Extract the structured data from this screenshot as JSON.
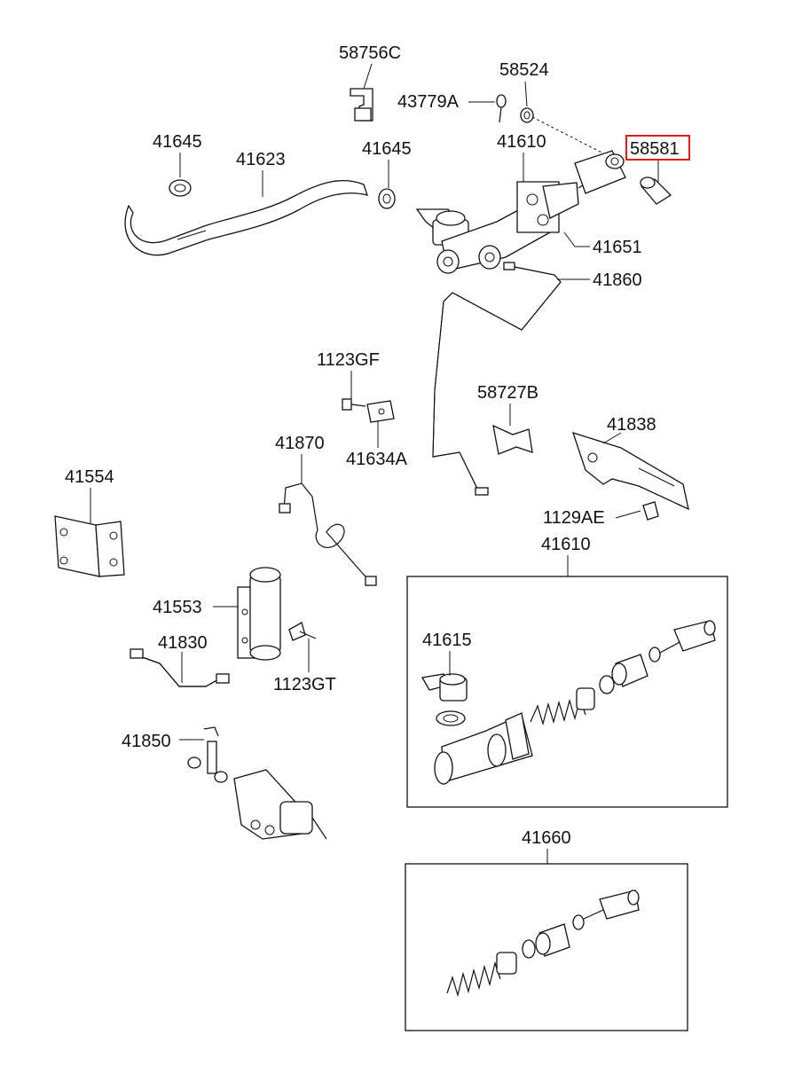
{
  "labels": {
    "p58756C": "58756C",
    "p58524": "58524",
    "p43779A": "43779A",
    "p41645a": "41645",
    "p41623": "41623",
    "p41645b": "41645",
    "p41610_top": "41610",
    "p58581": "58581",
    "p41651": "41651",
    "p41860": "41860",
    "p1123GF": "1123GF",
    "p58727B": "58727B",
    "p41838": "41838",
    "p41870": "41870",
    "p41634A": "41634A",
    "p41554": "41554",
    "p1129AE": "1129AE",
    "p41610_box": "41610",
    "p41553": "41553",
    "p41615": "41615",
    "p41830": "41830",
    "p1123GT": "1123GT",
    "p41850": "41850",
    "p41660": "41660"
  },
  "highlight": {
    "part": "58581",
    "color": "#e0191d"
  }
}
